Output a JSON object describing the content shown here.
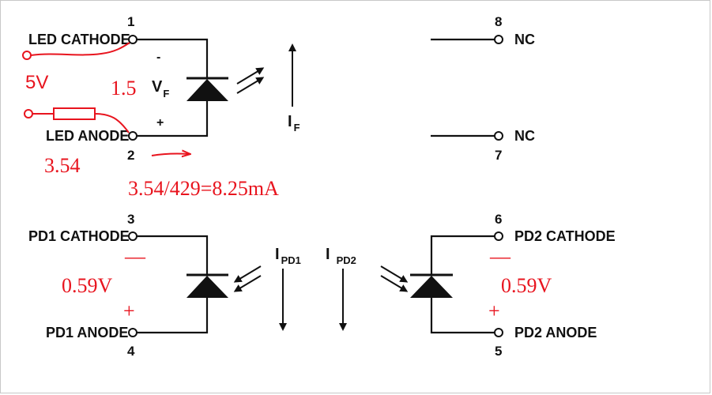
{
  "colors": {
    "ink": "#111111",
    "annotation": "#e8141e",
    "background": "#ffffff"
  },
  "pins": {
    "p1": {
      "number": "1",
      "label": "LED CATHODE"
    },
    "p2": {
      "number": "2",
      "label": "LED ANODE"
    },
    "p3": {
      "number": "3",
      "label": "PD1 CATHODE"
    },
    "p4": {
      "number": "4",
      "label": "PD1 ANODE"
    },
    "p5": {
      "number": "5",
      "label": "PD2 ANODE"
    },
    "p6": {
      "number": "6",
      "label": "PD2 CATHODE"
    },
    "p7": {
      "number": "7",
      "label": "NC"
    },
    "p8": {
      "number": "8",
      "label": "NC"
    }
  },
  "currents": {
    "if": {
      "main": "I",
      "sub": "F"
    },
    "ipd1": {
      "main": "I",
      "sub": "PD1"
    },
    "ipd2": {
      "main": "I",
      "sub": "PD2"
    }
  },
  "led": {
    "vf_main": "V",
    "vf_sub": "F",
    "minus": "-",
    "plus": "+"
  },
  "annotations": {
    "supply": "5V",
    "vf_value": "1.5",
    "anode_voltage": "3.54",
    "current_calc": "3.54/429=8.25mA",
    "pd1_minus": "—",
    "pd1_plus": "+",
    "pd1_voltage": "0.59V",
    "pd2_minus": "—",
    "pd2_plus": "+",
    "pd2_voltage": "0.59V"
  }
}
